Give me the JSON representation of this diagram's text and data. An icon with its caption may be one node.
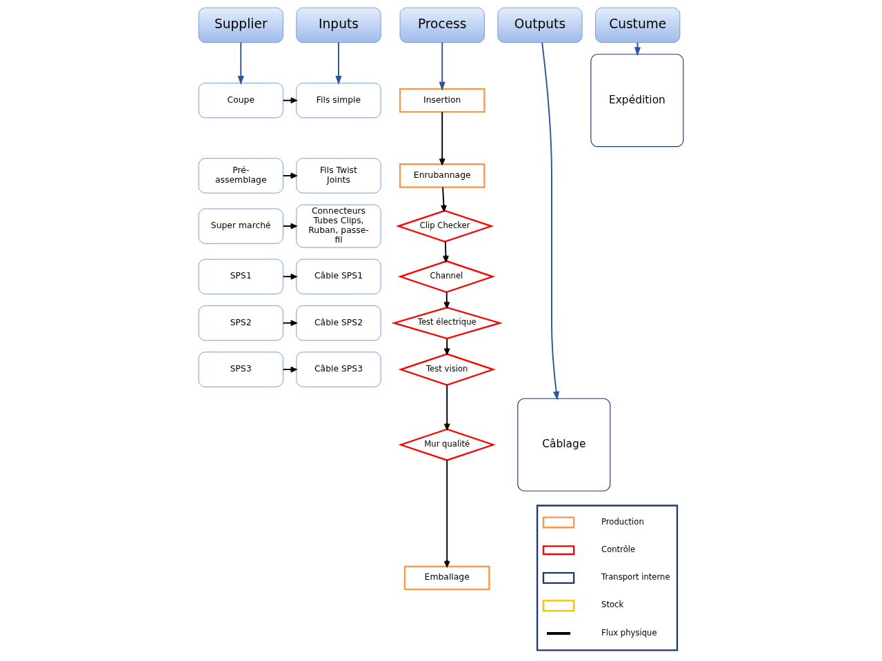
{
  "diagram": {
    "nodes": [
      {
        "text": [
          "Supplier"
        ]
      },
      {
        "text": [
          "Inputs"
        ]
      },
      {
        "text": [
          "Process"
        ]
      },
      {
        "text": [
          "Outputs"
        ]
      },
      {
        "text": [
          "Custume"
        ]
      },
      {
        "text": [
          "Coupe"
        ]
      },
      {
        "text": [
          "Fils simple"
        ]
      },
      {
        "text": [
          "Pré- assemblage"
        ]
      },
      {
        "text": [
          "Fils Twist Joints"
        ]
      },
      {
        "text": [
          "Super marché"
        ]
      },
      {
        "text": [
          "Connecteurs Tubes Clips, Ruban, passe-fil"
        ]
      },
      {
        "text": [
          "SPS1"
        ]
      },
      {
        "text": [
          "Câble SPS1"
        ]
      },
      {
        "text": [
          "SPS2"
        ]
      },
      {
        "text": [
          "Câble SPS2"
        ]
      },
      {
        "text": [
          "SPS3"
        ]
      },
      {
        "text": [
          "Câble SPS3"
        ]
      },
      {
        "text": [
          "Insertion"
        ]
      },
      {
        "text": [
          "Enrubannage"
        ]
      },
      {
        "text": [
          "Clip Checker"
        ]
      },
      {
        "text": [
          "Channel"
        ]
      },
      {
        "text": [
          "Test électrique"
        ]
      },
      {
        "text": [
          "Test vision"
        ]
      },
      {
        "text": [
          "Mur qualité"
        ]
      },
      {
        "text": [
          "Emballage"
        ]
      },
      {
        "text": [
          "Câblage"
        ]
      },
      {
        "text": [
          "Expédition"
        ]
      }
    ],
    "edges": [
      {
        "from": 0,
        "to": 5,
        "arrow": "to",
        "color": "#2e5597"
      },
      {
        "from": 1,
        "to": 6,
        "arrow": "to",
        "color": "#2e5597"
      },
      {
        "from": 2,
        "to": 17,
        "arrow": "to",
        "color": "#2e5597"
      },
      {
        "from": 3,
        "to": 25,
        "arrow": "to",
        "color": "#2e5597"
      },
      {
        "from": 4,
        "to": 26,
        "arrow": "to",
        "color": "#2e5597"
      },
      {
        "from": 5,
        "to": 6,
        "arrow": "to"
      },
      {
        "from": 7,
        "to": 8,
        "arrow": "to"
      },
      {
        "from": 9,
        "to": 10,
        "arrow": "to"
      },
      {
        "from": 11,
        "to": 12,
        "arrow": "to"
      },
      {
        "from": 13,
        "to": 14,
        "arrow": "to"
      },
      {
        "from": 15,
        "to": 16,
        "arrow": "to"
      },
      {
        "from": 17,
        "to": 18,
        "arrow": "to"
      },
      {
        "from": 18,
        "to": 19,
        "arrow": "to"
      },
      {
        "from": 19,
        "to": 20,
        "arrow": "to"
      },
      {
        "from": 20,
        "to": 21,
        "arrow": "to"
      },
      {
        "from": 21,
        "to": 22,
        "arrow": "to"
      },
      {
        "from": 22,
        "to": 23,
        "arrow": "to"
      },
      {
        "from": 23,
        "to": 24,
        "arrow": "to"
      }
    ],
    "legend": [
      {
        "text": "Production"
      },
      {
        "text": "Contrôle"
      },
      {
        "text": "Transport interne"
      },
      {
        "text": "Stock"
      },
      {
        "text": "Flux physique"
      }
    ]
  }
}
